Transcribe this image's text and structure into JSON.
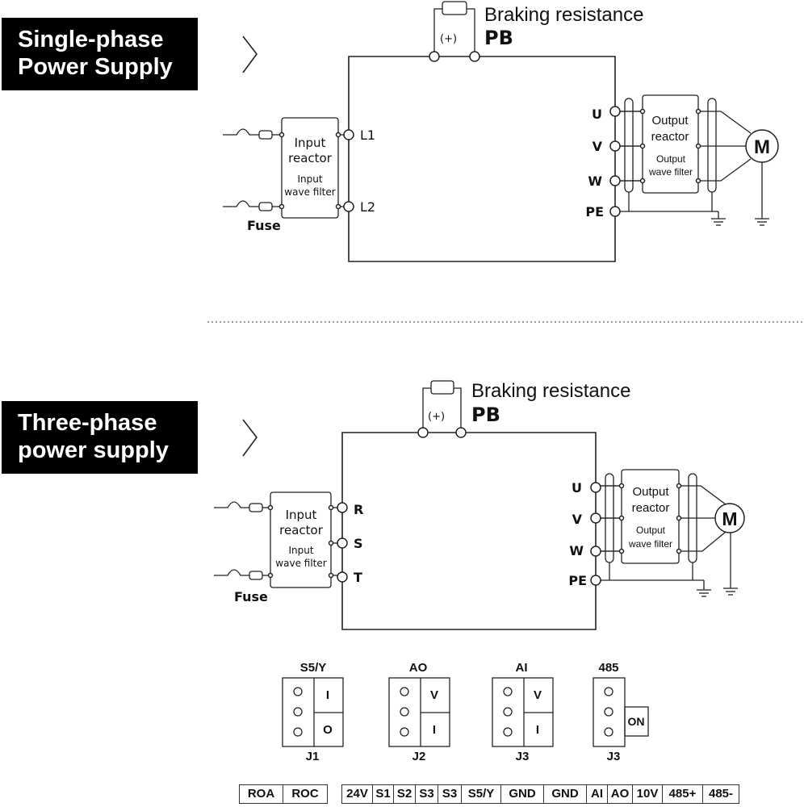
{
  "sections": [
    {
      "id": "single",
      "header_line1": "Single-phase",
      "header_line2": "Power Supply",
      "arrow_icon": "chevron-right-icon",
      "braking": {
        "title": "Braking resistance",
        "terminal": "PB",
        "polarity": "(+)"
      },
      "input_block": {
        "line1": "Input",
        "line2": "reactor",
        "line3": "Input",
        "line4": "wave filter"
      },
      "fuse_label": "Fuse",
      "input_terminals": [
        "L1",
        "L2"
      ],
      "output_terminals": [
        "U",
        "V",
        "W",
        "PE"
      ],
      "output_block": {
        "line1": "Output",
        "line2": "reactor",
        "line3": "Output",
        "line4": "wave filter"
      },
      "motor_label": "M"
    },
    {
      "id": "three",
      "header_line1": "Three-phase",
      "header_line2": "power supply",
      "arrow_icon": "chevron-right-icon",
      "braking": {
        "title": "Braking resistance",
        "terminal": "PB",
        "polarity": "(+)"
      },
      "input_block": {
        "line1": "Input",
        "line2": "reactor",
        "line3": "Input",
        "line4": "wave filter"
      },
      "fuse_label": "Fuse",
      "input_terminals": [
        "R",
        "S",
        "T"
      ],
      "output_terminals": [
        "U",
        "V",
        "W",
        "PE"
      ],
      "output_block": {
        "line1": "Output",
        "line2": "reactor",
        "line3": "Output",
        "line4": "wave filter"
      },
      "motor_label": "M"
    }
  ],
  "jumpers": [
    {
      "title": "S5/Y",
      "id": "J1",
      "options": [
        "I",
        "O"
      ]
    },
    {
      "title": "AO",
      "id": "J2",
      "options": [
        "V",
        "I"
      ]
    },
    {
      "title": "AI",
      "id": "J3",
      "options": [
        "V",
        "I"
      ]
    },
    {
      "title": "485",
      "id": "J3",
      "options": [
        "ON"
      ]
    }
  ],
  "terminal_strip_relay": [
    "ROA",
    "ROC"
  ],
  "terminal_strip_control": [
    "24V",
    "S1",
    "S2",
    "S3",
    "S3",
    "S5/Y",
    "GND",
    "GND",
    "AI",
    "AO",
    "10V",
    "485+",
    "485-"
  ]
}
